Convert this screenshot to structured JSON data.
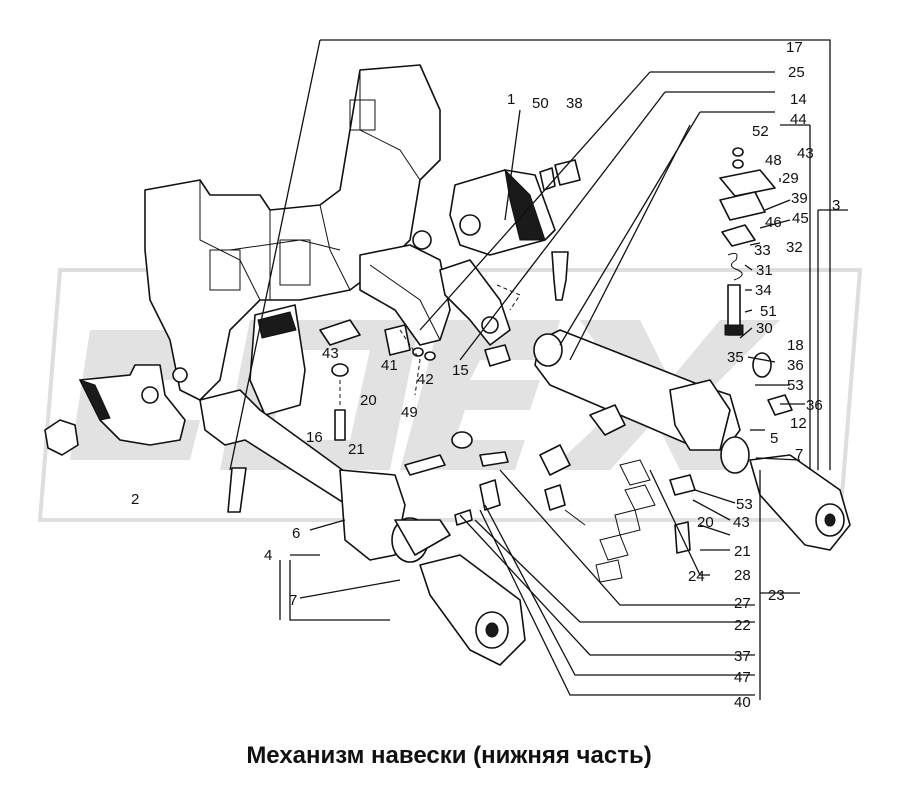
{
  "caption": "Механизм навески (нижняя часть)",
  "labels": {
    "p1": "1",
    "p2": "2",
    "p3": "3",
    "p4": "4",
    "p5": "5",
    "p6": "6",
    "p7a": "7",
    "p7b": "7",
    "p12": "12",
    "p14": "14",
    "p15": "15",
    "p16": "16",
    "p17": "17",
    "p18": "18",
    "p20a": "20",
    "p20b": "20",
    "p21a": "21",
    "p21b": "21",
    "p22": "22",
    "p23": "23",
    "p24": "24",
    "p25": "25",
    "p27": "27",
    "p28": "28",
    "p29": "29",
    "p30": "30",
    "p31": "31",
    "p32": "32",
    "p33": "33",
    "p34": "34",
    "p35": "35",
    "p36a": "36",
    "p36b": "36",
    "p37": "37",
    "p38": "38",
    "p39": "39",
    "p40": "40",
    "p41": "41",
    "p42": "42",
    "p43a": "43",
    "p43b": "43",
    "p43c": "43",
    "p44": "44",
    "p45": "45",
    "p46": "46",
    "p47": "47",
    "p48": "48",
    "p49": "49",
    "p50": "50",
    "p51": "51",
    "p52": "52",
    "p53a": "53",
    "p53b": "53"
  }
}
